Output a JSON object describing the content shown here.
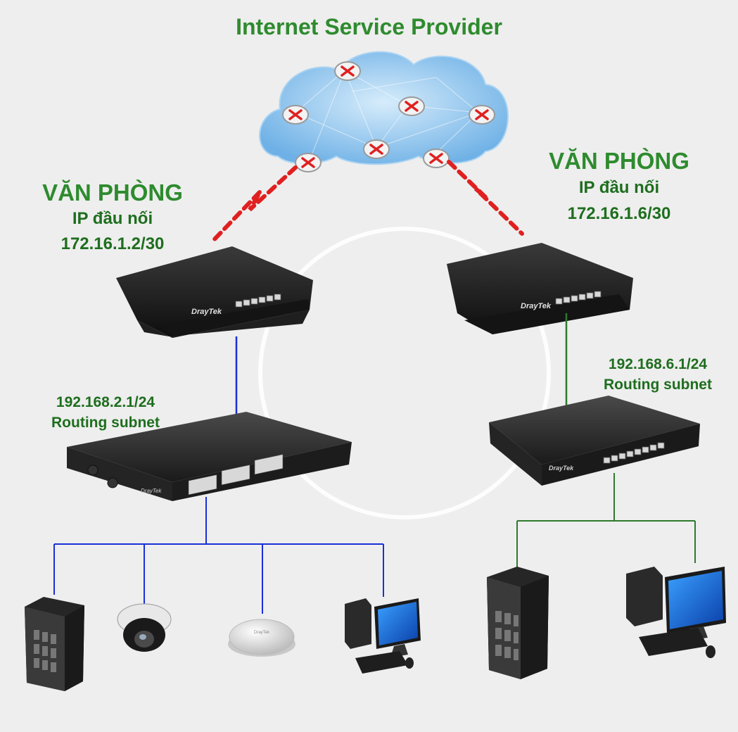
{
  "title": "Internet Service Provider",
  "office_left": {
    "name": "VĂN PHÒNG",
    "ip_label": "IP đầu nối",
    "ip": "172.16.1.2/30"
  },
  "office_right": {
    "name": "VĂN PHÒNG",
    "ip_label": "IP đầu nối",
    "ip": "172.16.1.6/30"
  },
  "subnet_left": {
    "address": "192.168.2.1/24",
    "label": "Routing subnet"
  },
  "subnet_right": {
    "address": "192.168.6.1/24",
    "label": "Routing subnet"
  },
  "brand": "DrayTek",
  "colors": {
    "text_green": "#2e8b2e",
    "link_blue": "#1a2fd8",
    "link_green": "#2d7a2d",
    "wan_red": "#e02020",
    "cloud": "#8ec4ec"
  }
}
